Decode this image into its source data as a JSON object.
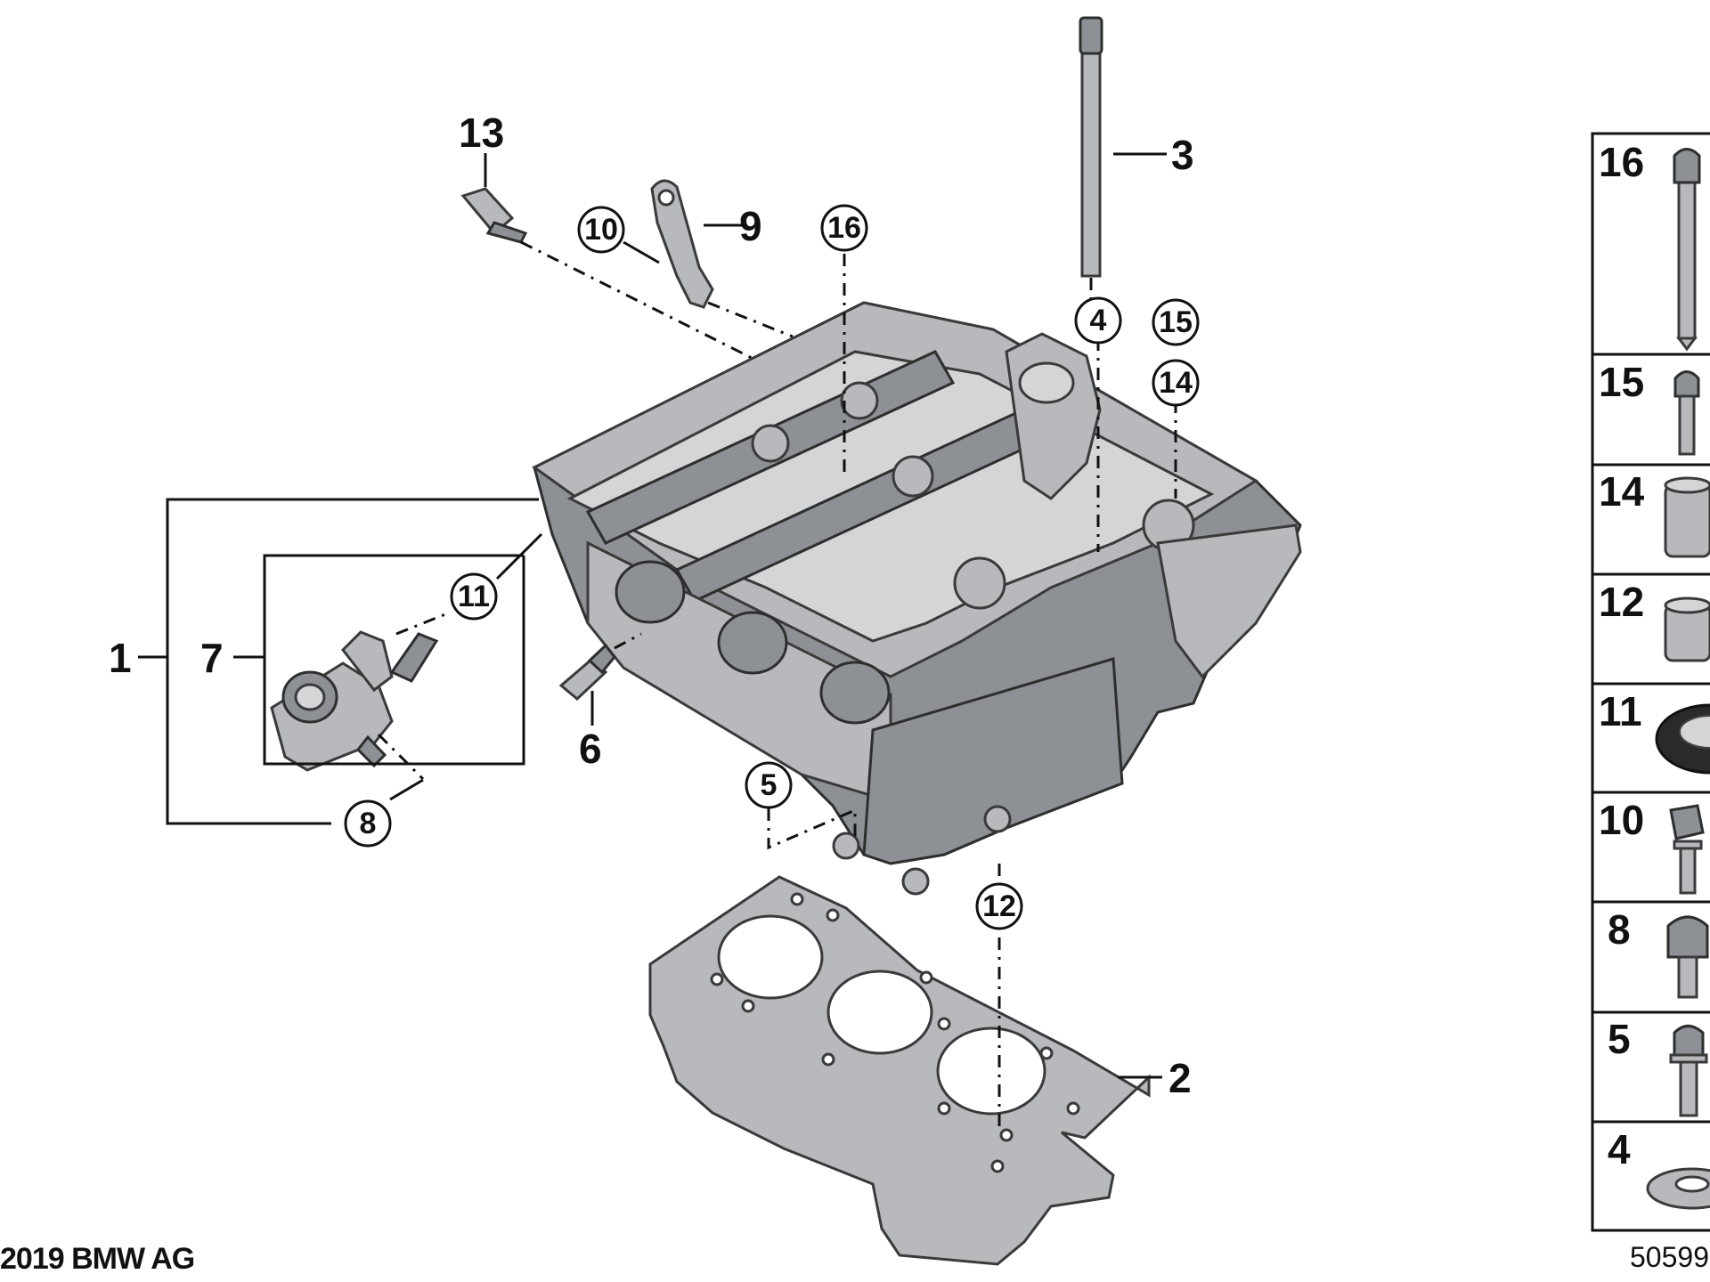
{
  "callouts": {
    "c1": "1",
    "c2": "2",
    "c3": "3",
    "c4": "4",
    "c5": "5",
    "c6": "6",
    "c7": "7",
    "c8": "8",
    "c9": "9",
    "c10": "10",
    "c11": "11",
    "c12": "12",
    "c13": "13",
    "c14": "14",
    "c15": "15",
    "c16": "16"
  },
  "legend": {
    "items": [
      "16",
      "15",
      "14",
      "12",
      "11",
      "10",
      "8",
      "5",
      "4"
    ]
  },
  "footer": {
    "copyright": "2019 BMW AG",
    "diagram_number": "50599"
  },
  "colors": {
    "metal": "#b7b9bc",
    "metal_dark": "#8d9094",
    "line": "#111111"
  }
}
